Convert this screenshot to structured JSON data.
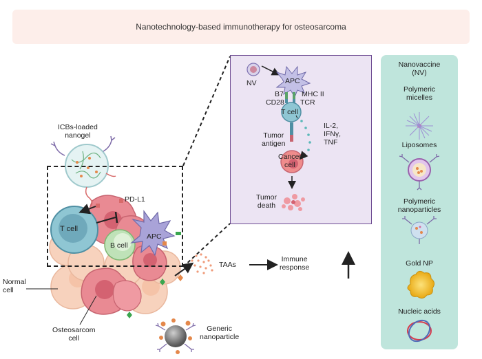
{
  "header": {
    "title": "Nanotechnology-based immunotherapy for osteosarcoma"
  },
  "left": {
    "nanogel_label": "ICBs-loaded\nnanogel",
    "pdl1_label": "PD-L1",
    "tcell_label": "T cell",
    "bcell_label": "B cell",
    "apc_label": "APC",
    "normal_label": "Normal\ncell",
    "osteo_label": "Osteosarcom\ncell",
    "generic_label": "Generic\nnanoparticle"
  },
  "flow": {
    "taas_label": "TAAs",
    "immune_label": "Immune\nresponse"
  },
  "mechanism": {
    "nv_label": "NV",
    "apc_label": "APC",
    "b7_label": "B7",
    "mhc_label": "MHC II",
    "cd28_label": "CD28",
    "tcr_label": "TCR",
    "tcell_label": "T cell",
    "cytokines_label": "IL-2,\nIFNγ,\nTNF",
    "antigen_label": "Tumor\nantigen",
    "cancer_label": "Cancer\ncell",
    "death_label": "Tumor\ndeath"
  },
  "nanovaccine": {
    "title": "Nanovaccine\n(NV)",
    "items": [
      "Polymeric\nmicelles",
      "Liposomes",
      "Polymeric\nnanoparticles",
      "Gold NP",
      "Nucleic acids"
    ]
  },
  "colors": {
    "banner_bg": "#fdeeea",
    "panel_purple_bg": "#ece4f3",
    "panel_purple_border": "#6d4b92",
    "panel_green_bg": "#bfe5dc",
    "tumor_pink": "#e98a93",
    "normal_peach": "#f7d2bd",
    "tcell_teal": "#6fb3c6",
    "apc_purple": "#a9a3d8",
    "gold": "#f3c12a"
  }
}
